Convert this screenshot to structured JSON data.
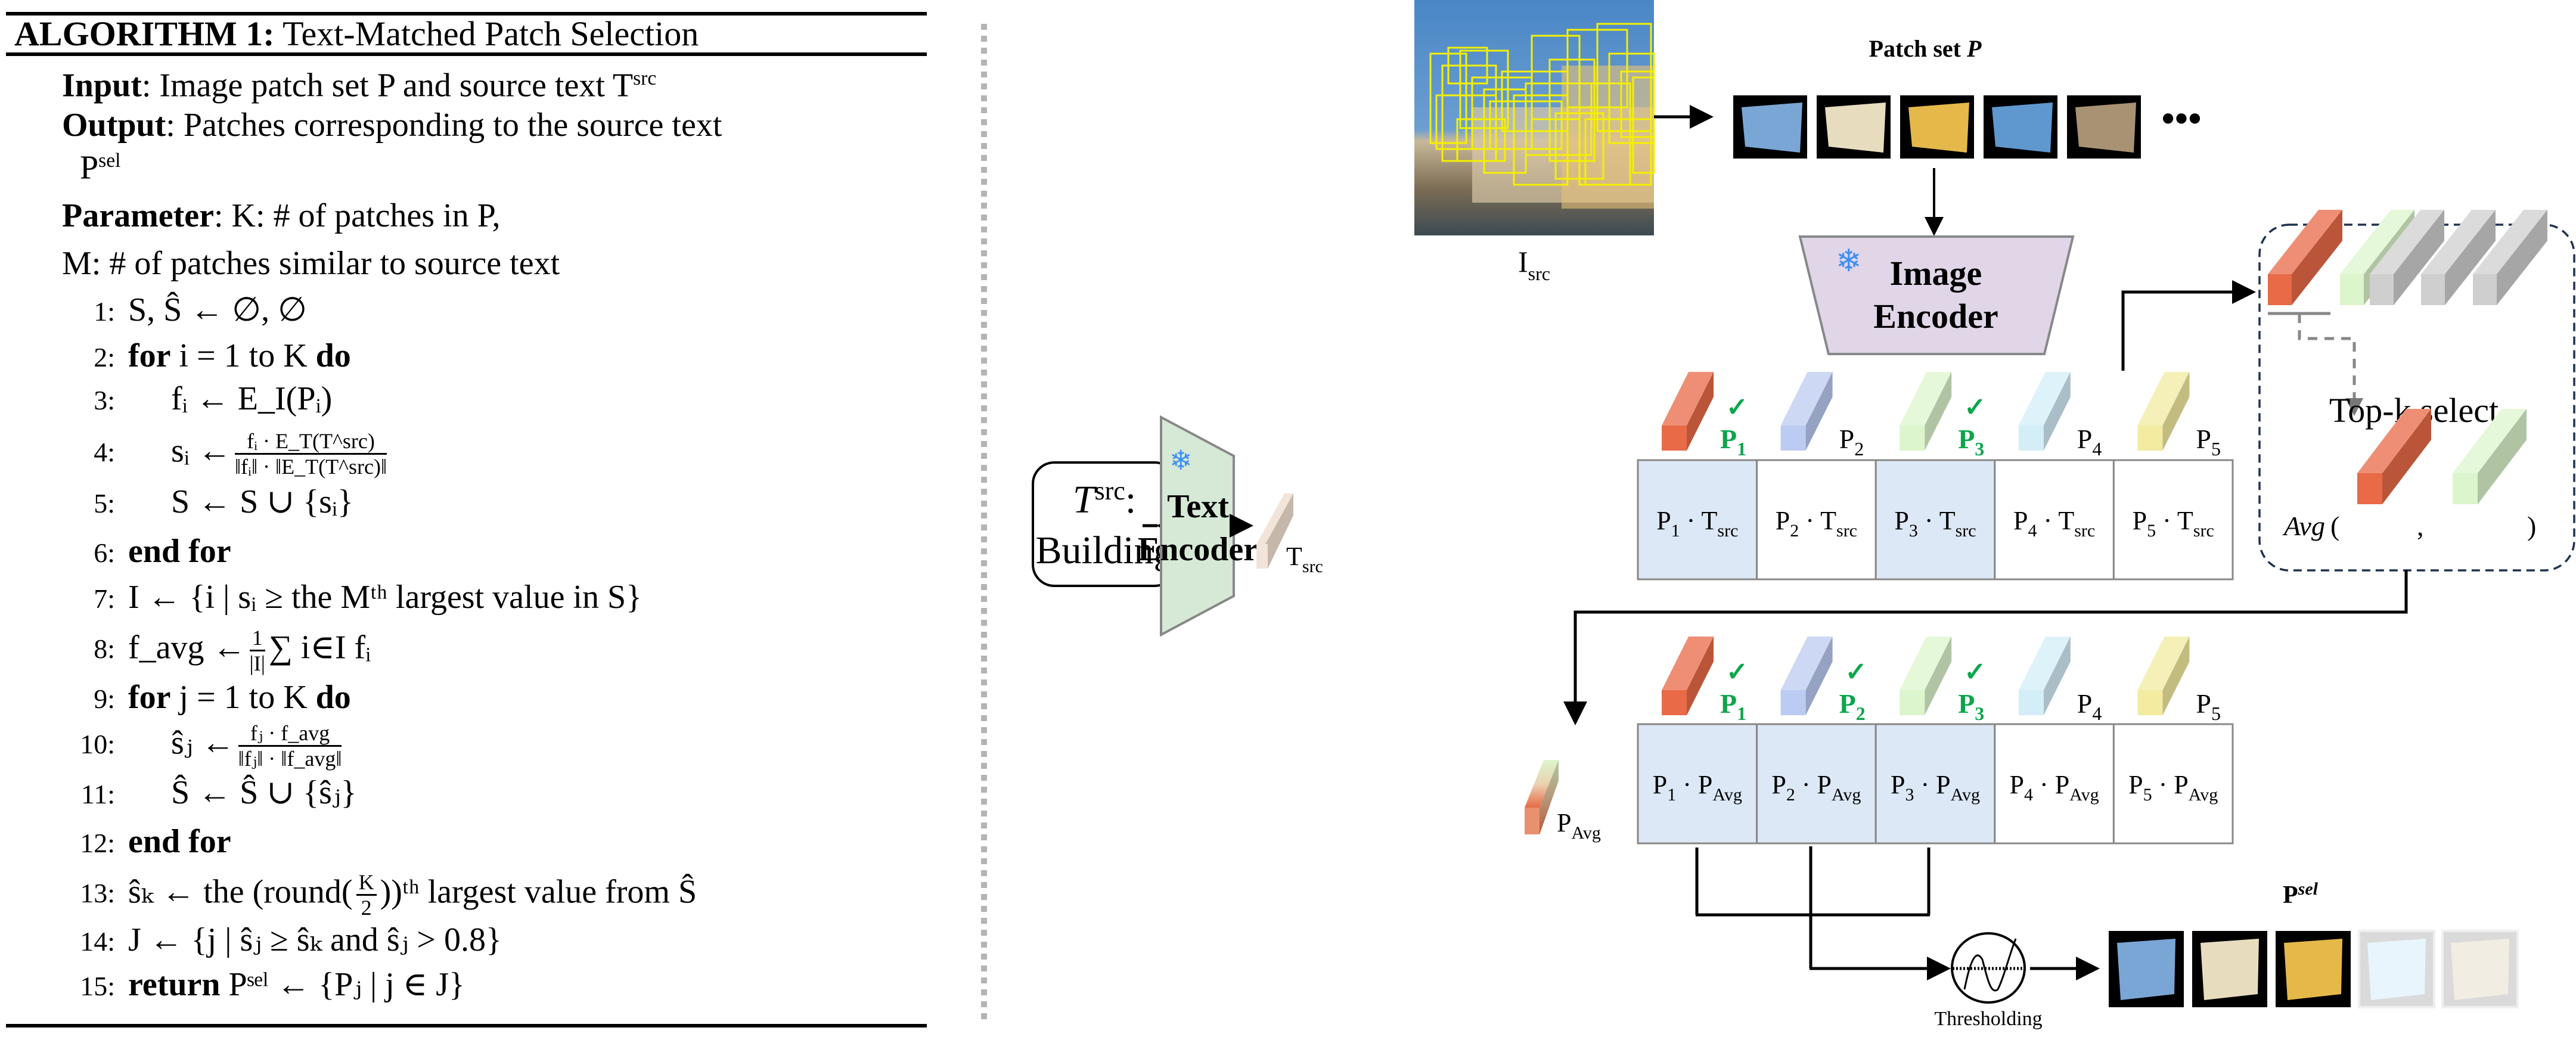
{
  "algorithm": {
    "title_bold": "ALGORITHM 1:",
    "title_rest": "Text-Matched Patch Selection",
    "input_label": "Input",
    "input_text": ": Image patch set P and source text T",
    "input_sup": "src",
    "output_label": "Output",
    "output_text": ": Patches corresponding to the source text",
    "output_var": "P",
    "output_sup": "sel",
    "parameter_label": "Parameter",
    "parameter_text": ": K: # of patches in P,",
    "parameter2_text": "M: # of patches similar to source text",
    "lines": [
      {
        "num": "1:",
        "text": "S, Ŝ ← ∅, ∅"
      },
      {
        "num": "2:",
        "kw": "for",
        "text": " i = 1 to K ",
        "kw2": "do"
      },
      {
        "num": "3:",
        "text": "fᵢ ← E_I(Pᵢ)"
      },
      {
        "num": "4:",
        "lhs": "sᵢ ←",
        "frac_n": "fᵢ · E_T(T^src)",
        "frac_d": "‖fᵢ‖ · ‖E_T(T^src)‖"
      },
      {
        "num": "5:",
        "text": "S ← S ∪ {sᵢ}"
      },
      {
        "num": "6:",
        "kw": "end for"
      },
      {
        "num": "7:",
        "text": "I ← {i | sᵢ ≥ the Mᵗʰ largest value in S}"
      },
      {
        "num": "8:",
        "lhs": "f_avg ←",
        "frac_n": "1",
        "frac_d": "|I|",
        "rhs": "∑ i∈I fᵢ"
      },
      {
        "num": "9:",
        "kw": "for",
        "text": " j = 1 to K ",
        "kw2": "do"
      },
      {
        "num": "10:",
        "lhs": "ŝⱼ ←",
        "frac_n": "fⱼ · f_avg",
        "frac_d": "‖fⱼ‖ · ‖f_avg‖"
      },
      {
        "num": "11:",
        "text": "Ŝ ← Ŝ ∪ {ŝⱼ}"
      },
      {
        "num": "12:",
        "kw": "end for"
      },
      {
        "num": "13:",
        "lhs": "ŝₖ ← the (round(",
        "frac_n": "K",
        "frac_d": "2",
        "rhs": "))ᵗʰ largest value from Ŝ"
      },
      {
        "num": "14:",
        "text": "J ← {j | ŝⱼ ≥ ŝₖ and ŝⱼ > 0.8}"
      },
      {
        "num": "15:",
        "kw": "return",
        "text": " Pˢᵉˡ ← {Pⱼ | j ∈ J}"
      }
    ]
  },
  "diagram": {
    "source_image_label": "I",
    "source_image_sub": "src",
    "patch_set_label": "Patch set ",
    "patch_set_var": "P",
    "ellipsis": "•••",
    "image_encoder_line1": "Image",
    "image_encoder_line2": "Encoder",
    "text_encoder_line1": "Text",
    "text_encoder_line2": "Encoder",
    "source_text_var": "T",
    "source_text_sup": "src",
    "source_text_colon": ":",
    "source_text_value": "Building",
    "text_embedding_label": "T",
    "text_embedding_sub": "src",
    "avg_embedding_label": "P",
    "avg_embedding_sub": "Avg",
    "topk_label": "Top-k select",
    "avg_label": "Avg",
    "avg_open": "(",
    "avg_comma": ",",
    "avg_close": ")",
    "thresholding_label": "Thresholding",
    "psel_label": "P",
    "psel_sup": "sel",
    "check_mark": "✓",
    "colors": {
      "p1": "#e86a47",
      "p2": "#bccbf2",
      "p3": "#dcf5cc",
      "p4": "#d3eef7",
      "p5": "#f2eba0",
      "gray": "#cfcfcf",
      "check_green": "#0aa64a",
      "cell_highlight": "#dce8f5",
      "image_encoder_fill": "#e0d6e8",
      "text_encoder_fill": "#d6e8d6",
      "snowflake": "#3d8ef2",
      "topk_border": "#1e3150"
    },
    "row1": {
      "bars": [
        {
          "label": "P",
          "sub": "1",
          "selected": true
        },
        {
          "label": "P",
          "sub": "2",
          "selected": false
        },
        {
          "label": "P",
          "sub": "3",
          "selected": true
        },
        {
          "label": "P",
          "sub": "4",
          "selected": false
        },
        {
          "label": "P",
          "sub": "5",
          "selected": false
        }
      ],
      "cells": [
        {
          "a": "P",
          "a_sub": "1",
          "dot": "·",
          "b": "T",
          "b_sub": "src",
          "highlight": true
        },
        {
          "a": "P",
          "a_sub": "2",
          "dot": "·",
          "b": "T",
          "b_sub": "src",
          "highlight": false
        },
        {
          "a": "P",
          "a_sub": "3",
          "dot": "·",
          "b": "T",
          "b_sub": "src",
          "highlight": true
        },
        {
          "a": "P",
          "a_sub": "4",
          "dot": "·",
          "b": "T",
          "b_sub": "src",
          "highlight": false
        },
        {
          "a": "P",
          "a_sub": "5",
          "dot": "·",
          "b": "T",
          "b_sub": "src",
          "highlight": false
        }
      ]
    },
    "row2": {
      "bars": [
        {
          "label": "P",
          "sub": "1",
          "selected": true
        },
        {
          "label": "P",
          "sub": "2",
          "selected": true
        },
        {
          "label": "P",
          "sub": "3",
          "selected": true
        },
        {
          "label": "P",
          "sub": "4",
          "selected": false
        },
        {
          "label": "P",
          "sub": "5",
          "selected": false
        }
      ],
      "cells": [
        {
          "a": "P",
          "a_sub": "1",
          "dot": "·",
          "b": "P",
          "b_sub": "Avg",
          "highlight": true
        },
        {
          "a": "P",
          "a_sub": "2",
          "dot": "·",
          "b": "P",
          "b_sub": "Avg",
          "highlight": true
        },
        {
          "a": "P",
          "a_sub": "3",
          "dot": "·",
          "b": "P",
          "b_sub": "Avg",
          "highlight": true
        },
        {
          "a": "P",
          "a_sub": "4",
          "dot": "·",
          "b": "P",
          "b_sub": "Avg",
          "highlight": false
        },
        {
          "a": "P",
          "a_sub": "5",
          "dot": "·",
          "b": "P",
          "b_sub": "Avg",
          "highlight": false
        }
      ]
    },
    "patches": [
      "church-roof",
      "cream-facade",
      "yellow-facade",
      "sky",
      "stone-wall"
    ],
    "selected_patches": [
      {
        "name": "church-roof",
        "selected": true
      },
      {
        "name": "cream-facade",
        "selected": true
      },
      {
        "name": "yellow-facade",
        "selected": true
      },
      {
        "name": "sky",
        "selected": false
      },
      {
        "name": "stone-wall",
        "selected": false
      }
    ]
  }
}
